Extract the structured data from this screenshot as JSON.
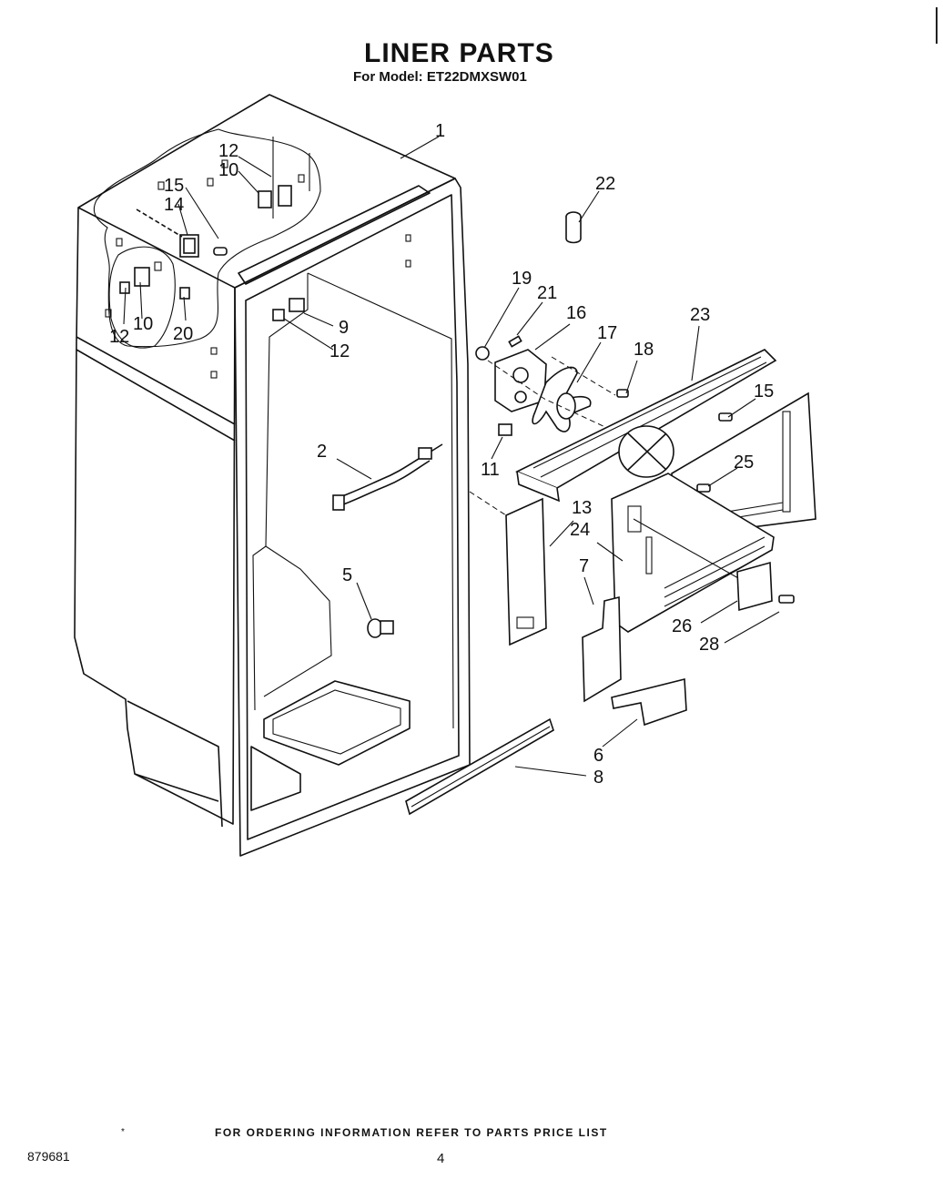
{
  "header": {
    "title": "LINER PARTS",
    "subtitle": "For Model: ET22DMXSW01"
  },
  "footer": {
    "ordering_note": "FOR ORDERING INFORMATION REFER TO PARTS PRICE LIST",
    "doc_number": "879681",
    "page_number": "4",
    "star": "*"
  },
  "callouts": [
    {
      "id": "c1",
      "label": "1"
    },
    {
      "id": "c22",
      "label": "22"
    },
    {
      "id": "c12a",
      "label": "12"
    },
    {
      "id": "c10a",
      "label": "10"
    },
    {
      "id": "c15a",
      "label": "15"
    },
    {
      "id": "c14",
      "label": "14"
    },
    {
      "id": "c12b",
      "label": "12"
    },
    {
      "id": "c10b",
      "label": "10"
    },
    {
      "id": "c20",
      "label": "20"
    },
    {
      "id": "c9",
      "label": "9"
    },
    {
      "id": "c12c",
      "label": "12"
    },
    {
      "id": "c19",
      "label": "19"
    },
    {
      "id": "c21",
      "label": "21"
    },
    {
      "id": "c16",
      "label": "16"
    },
    {
      "id": "c17",
      "label": "17"
    },
    {
      "id": "c18",
      "label": "18"
    },
    {
      "id": "c23",
      "label": "23"
    },
    {
      "id": "c15b",
      "label": "15"
    },
    {
      "id": "c25",
      "label": "25"
    },
    {
      "id": "c11",
      "label": "11"
    },
    {
      "id": "c2",
      "label": "2"
    },
    {
      "id": "c13",
      "label": "13"
    },
    {
      "id": "c24",
      "label": "24"
    },
    {
      "id": "c7",
      "label": "7"
    },
    {
      "id": "c5",
      "label": "5"
    },
    {
      "id": "c26",
      "label": "26"
    },
    {
      "id": "c28",
      "label": "28"
    },
    {
      "id": "c6",
      "label": "6"
    },
    {
      "id": "c8",
      "label": "8"
    }
  ]
}
